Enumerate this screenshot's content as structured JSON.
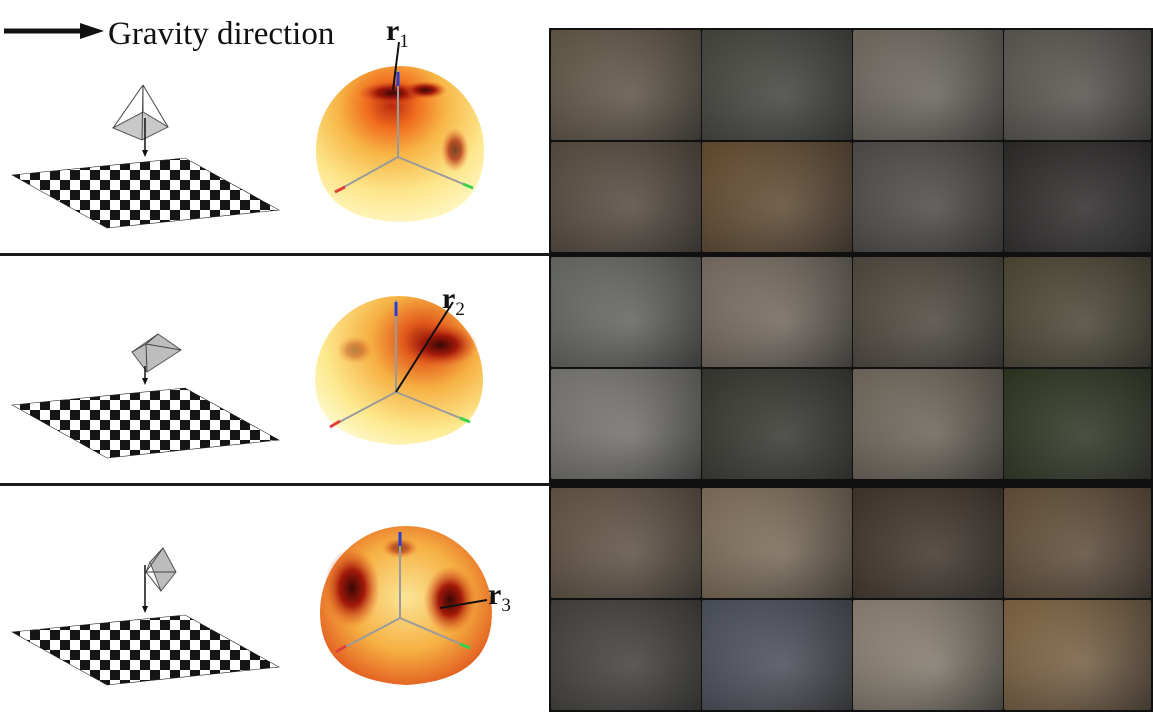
{
  "legend": {
    "text": "Gravity direction"
  },
  "rows": [
    {
      "label": "r",
      "subscript": "1"
    },
    {
      "label": "r",
      "subscript": "2"
    },
    {
      "label": "r",
      "subscript": "3"
    }
  ],
  "image_tiles": [
    [
      "#8a7a64",
      "#5f6157",
      "#9c9488",
      "#7f7a72",
      "#7b6a5a",
      "#8c6a44",
      "#6f6a65",
      "#3f3c3a"
    ],
    [
      "#8f928a",
      "#a7988a",
      "#6f6558",
      "#6c6348",
      "#a9a6a0",
      "#4d4d44",
      "#9f9382",
      "#3f4a2e"
    ],
    [
      "#8a7560",
      "#b29c7e",
      "#5b4a3c",
      "#8a6e4e",
      "#5e5a55",
      "#6a7080",
      "#c2b4a0",
      "#b08a5e"
    ]
  ],
  "colors": {
    "x_axis": "#e0403a",
    "y_axis": "#39d04a",
    "z_axis": "#2a3fd0",
    "heat_low": "#ffffb0",
    "heat_mid": "#f6a43c",
    "heat_high": "#6b0e08"
  }
}
